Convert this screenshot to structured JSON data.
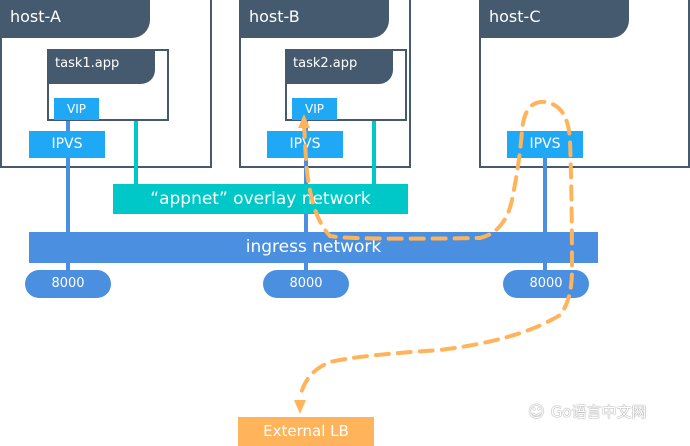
{
  "hosts": [
    {
      "label": "host-A"
    },
    {
      "label": "host-B"
    },
    {
      "label": "host-C"
    }
  ],
  "tasks": [
    {
      "label": "task1.app",
      "vip": "VIP"
    },
    {
      "label": "task2.app",
      "vip": "VIP"
    }
  ],
  "ipvs_label": "IPVS",
  "networks": {
    "overlay": "“appnet” overlay network",
    "ingress": "ingress network"
  },
  "ports": [
    "8000",
    "8000",
    "8000"
  ],
  "external_lb": "External LB",
  "watermark": "Go语言中文网",
  "colors": {
    "host_header": "#455a6e",
    "ipvs_vip": "#1fa8f5",
    "ingress": "#4a8fe0",
    "overlay": "#00c8c8",
    "flow_path": "#ffb35b"
  }
}
